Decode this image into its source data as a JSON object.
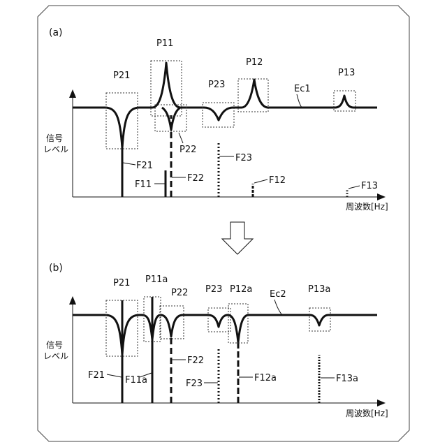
{
  "panels": [
    {
      "id": "a",
      "label": "(a)",
      "ylabel_line1": "信号",
      "ylabel_line2": "レベル",
      "xlabel": "周波数[Hz]",
      "curve_label": "Ec1",
      "peak_labels": [
        "P21",
        "P11",
        "P23",
        "P12",
        "P13",
        "P22"
      ],
      "freq_labels": [
        "F21",
        "F11",
        "F22",
        "F23",
        "F12",
        "F13"
      ]
    },
    {
      "id": "b",
      "label": "(b)",
      "ylabel_line1": "信号",
      "ylabel_line2": "レベル",
      "xlabel": "周波数[Hz]",
      "curve_label": "Ec2",
      "peak_labels": [
        "P21",
        "P11a",
        "P22",
        "P23",
        "P12a",
        "P13a"
      ],
      "freq_labels": [
        "F21",
        "F11a",
        "F22",
        "F23",
        "F12a",
        "F13a"
      ]
    }
  ],
  "arrow_icon": "down-arrow-icon"
}
